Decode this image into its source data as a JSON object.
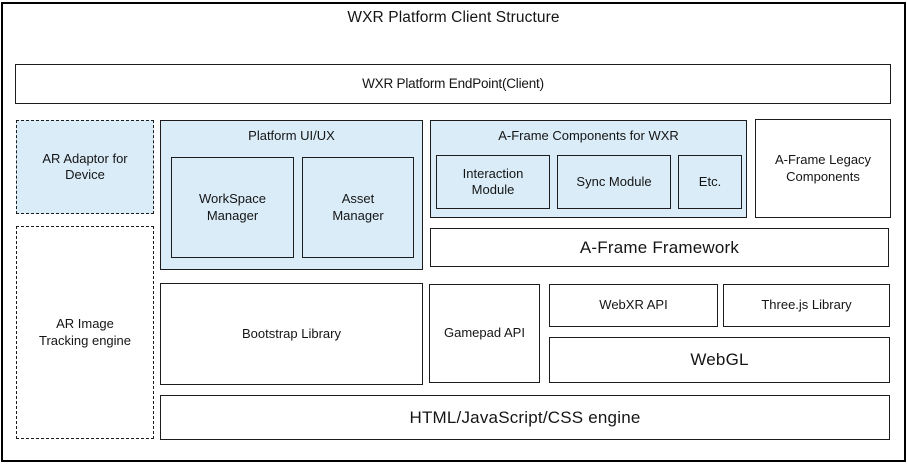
{
  "title": "WXR Platform Client Structure",
  "colors": {
    "light_blue_fill": "#d9ecf8",
    "box_border": "#1c1c1c",
    "background": "#ffffff"
  },
  "boxes": {
    "endpoint": {
      "label": "WXR Platform EndPoint(Client)"
    },
    "ar_adaptor": {
      "label": "AR Adaptor for Device"
    },
    "ar_image": {
      "label": "AR Image Tracking engine"
    },
    "platform_uiux": {
      "label": "Platform UI/UX"
    },
    "workspace_manager": {
      "label": "WorkSpace Manager"
    },
    "asset_manager": {
      "label": "Asset Manager"
    },
    "aframe_components": {
      "label": "A-Frame Components for WXR"
    },
    "interaction_module": {
      "label": "Interaction Module"
    },
    "sync_module": {
      "label": "Sync Module"
    },
    "etc": {
      "label": "Etc."
    },
    "aframe_legacy": {
      "label": "A-Frame Legacy Components"
    },
    "aframe_framework": {
      "label": "A-Frame Framework"
    },
    "bootstrap": {
      "label": "Bootstrap Library"
    },
    "gamepad": {
      "label": "Gamepad API"
    },
    "webxr": {
      "label": "WebXR API"
    },
    "threejs": {
      "label": "Three.js Library"
    },
    "webgl": {
      "label": "WebGL"
    },
    "html_engine": {
      "label": "HTML/JavaScript/CSS engine"
    }
  }
}
